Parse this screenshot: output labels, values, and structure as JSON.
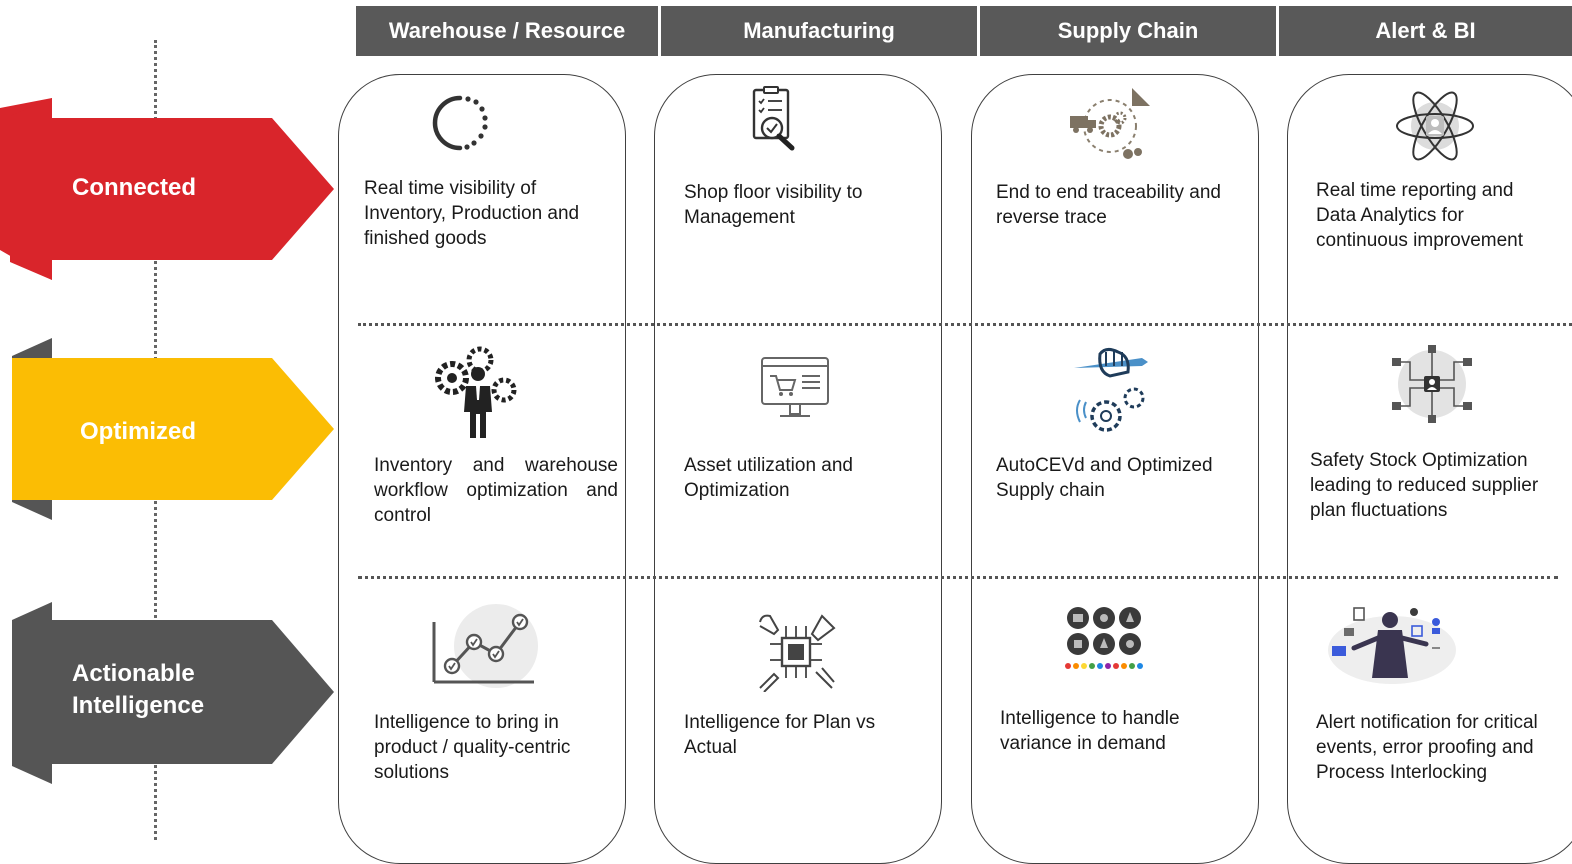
{
  "columns": [
    {
      "label": "Warehouse / Resource"
    },
    {
      "label": "Manufacturing"
    },
    {
      "label": "Supply Chain"
    },
    {
      "label": "Alert & BI"
    }
  ],
  "rows": [
    {
      "label": "Connected",
      "color": "#d9252b"
    },
    {
      "label": "Optimized",
      "color": "#fbbd04"
    },
    {
      "label": "Actionable Intelligence",
      "color": "#555555"
    }
  ],
  "cells": {
    "connected": [
      {
        "text": "Real time visibility of Inventory, Production and finished goods",
        "icon": "circular-loading-icon"
      },
      {
        "text": "Shop floor visibility to Management",
        "icon": "checklist-magnifier-icon"
      },
      {
        "text": "End to end traceability and reverse trace",
        "icon": "logistics-cycle-icon"
      },
      {
        "text": "Real time reporting and Data Analytics for continuous improvement",
        "icon": "atom-person-icon"
      }
    ],
    "optimized": [
      {
        "text": "Inventory and warehouse workflow optimization and control",
        "icon": "businessman-gears-icon"
      },
      {
        "text": "Asset utilization and Optimization",
        "icon": "monitor-cart-icon"
      },
      {
        "text": "AutoCEVd and Optimized Supply chain",
        "icon": "hand-pencil-gears-icon"
      },
      {
        "text": "Safety Stock Optimization leading to reduced supplier plan fluctuations",
        "icon": "network-hub-icon"
      }
    ],
    "actionable": [
      {
        "text": "Intelligence to bring in product / quality-centric solutions",
        "icon": "trend-checks-icon"
      },
      {
        "text": "Intelligence for Plan vs Actual",
        "icon": "chip-tools-icon"
      },
      {
        "text": "Intelligence to handle variance in demand",
        "icon": "badge-grid-icon"
      },
      {
        "text": "Alert notification for critical events, error proofing and Process Interlocking",
        "icon": "person-notifications-icon"
      }
    ]
  }
}
